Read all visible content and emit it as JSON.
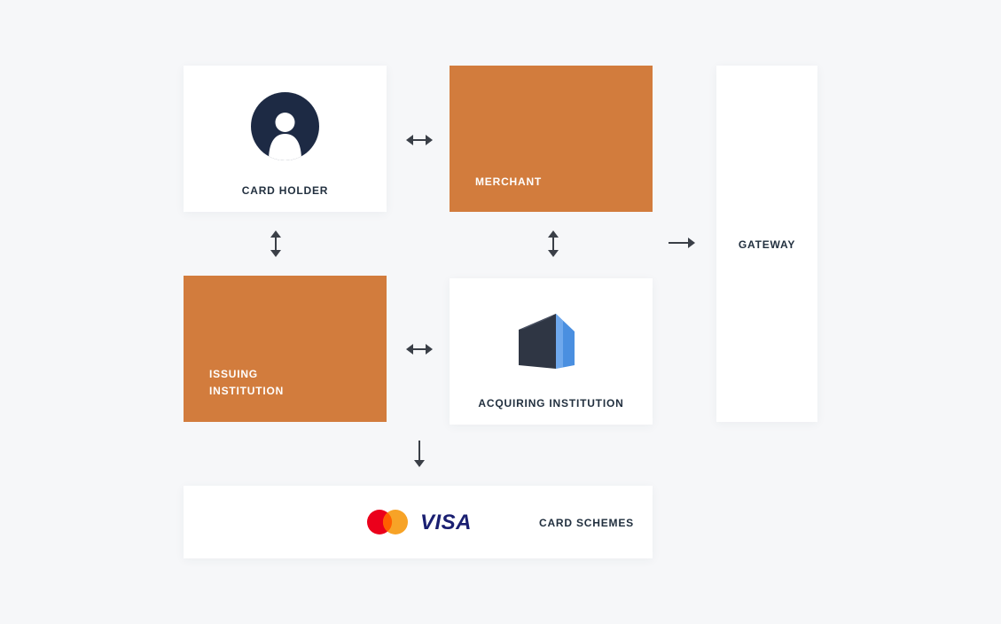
{
  "nodes": {
    "card_holder": {
      "label": "CARD HOLDER",
      "icon": "user-avatar-icon"
    },
    "merchant": {
      "label": "MERCHANT"
    },
    "gateway": {
      "label": "GATEWAY"
    },
    "issuing_institution": {
      "label_line1": "ISSUING",
      "label_line2": "INSTITUTION"
    },
    "acquiring_institution": {
      "label": "ACQUIRING INSTITUTION",
      "icon": "building-icon"
    },
    "card_schemes": {
      "label": "CARD SCHEMES",
      "logos": [
        "mastercard-logo",
        "visa-logo"
      ],
      "visa_text": "VISA"
    }
  },
  "connections": [
    {
      "from": "card_holder",
      "to": "merchant",
      "direction": "both"
    },
    {
      "from": "card_holder",
      "to": "issuing_institution",
      "direction": "both"
    },
    {
      "from": "merchant",
      "to": "acquiring_institution",
      "direction": "both"
    },
    {
      "from": "merchant",
      "to": "gateway",
      "direction": "forward"
    },
    {
      "from": "issuing_institution",
      "to": "acquiring_institution",
      "direction": "both"
    },
    {
      "from": "issuing_institution",
      "to": "card_schemes",
      "direction": "forward"
    }
  ],
  "colors": {
    "background": "#f6f7f9",
    "card": "#ffffff",
    "accent": "#d27c3d",
    "dark": "#1d2a44",
    "text": "#22303f",
    "arrow": "#3a3f47",
    "mastercard_red": "#eb001b",
    "mastercard_orange": "#f79e1b",
    "visa_blue": "#1a1f71",
    "building_blue": "#4a8fe0"
  }
}
